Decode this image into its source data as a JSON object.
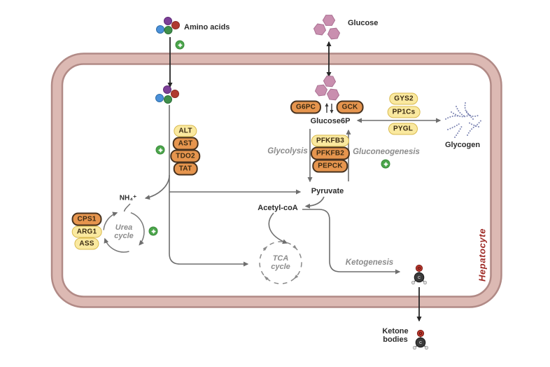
{
  "extracellular": {
    "amino_acids_label": "Amino acids",
    "glucose_label": "Glucose"
  },
  "cell": {
    "label": "Hepatocyte",
    "metabolites": {
      "glucose6p": "Glucose6P",
      "glycogen": "Glycogen",
      "pyruvate": "Pyruvate",
      "acetyl_coa": "Acetyl-coA",
      "ammonium": "NH₄⁺",
      "ketone_line1": "Ketone",
      "ketone_line2": "bodies"
    },
    "pathways": {
      "glycolysis": "Glycolysis",
      "gluconeogenesis": "Gluconeogenesis",
      "ketogenesis": "Ketogenesis",
      "urea_cycle": "Urea cycle",
      "tca_cycle": "TCA cycle"
    },
    "enzymes": {
      "g6pc": "G6PC",
      "gck": "GCK",
      "gys2": "GYS2",
      "pp1cs": "PP1Cs",
      "pygl": "PYGL",
      "alt": "ALT",
      "ast": "AST",
      "tdo2": "TDO2",
      "tat": "TAT",
      "pfkfb3": "PFKFB3",
      "pfkfb2": "PFKFB2",
      "pepck": "PEPCK",
      "cps1": "CPS1",
      "arg1": "ARG1",
      "ass": "ASS"
    },
    "molecule_atoms": {
      "oxygen": "O",
      "carbon": "C"
    }
  },
  "colors": {
    "membrane_fill": "#dcb9b3",
    "membrane_edge": "#b18a86",
    "pill_yellow_fill": "#fae99f",
    "pill_yellow_border": "#d9ba4f",
    "pill_orange_fill": "#e6954e",
    "pill_orange_border": "#47321f",
    "positive_regulation_green": "#4aa54a",
    "arrow_gray": "#6e6e6e",
    "arrow_black": "#262626",
    "glucose_hexagon_pink": "#c98faf",
    "glycogen_blue": "#8088b5",
    "hepatocyte_label_red": "#9e2a25"
  }
}
